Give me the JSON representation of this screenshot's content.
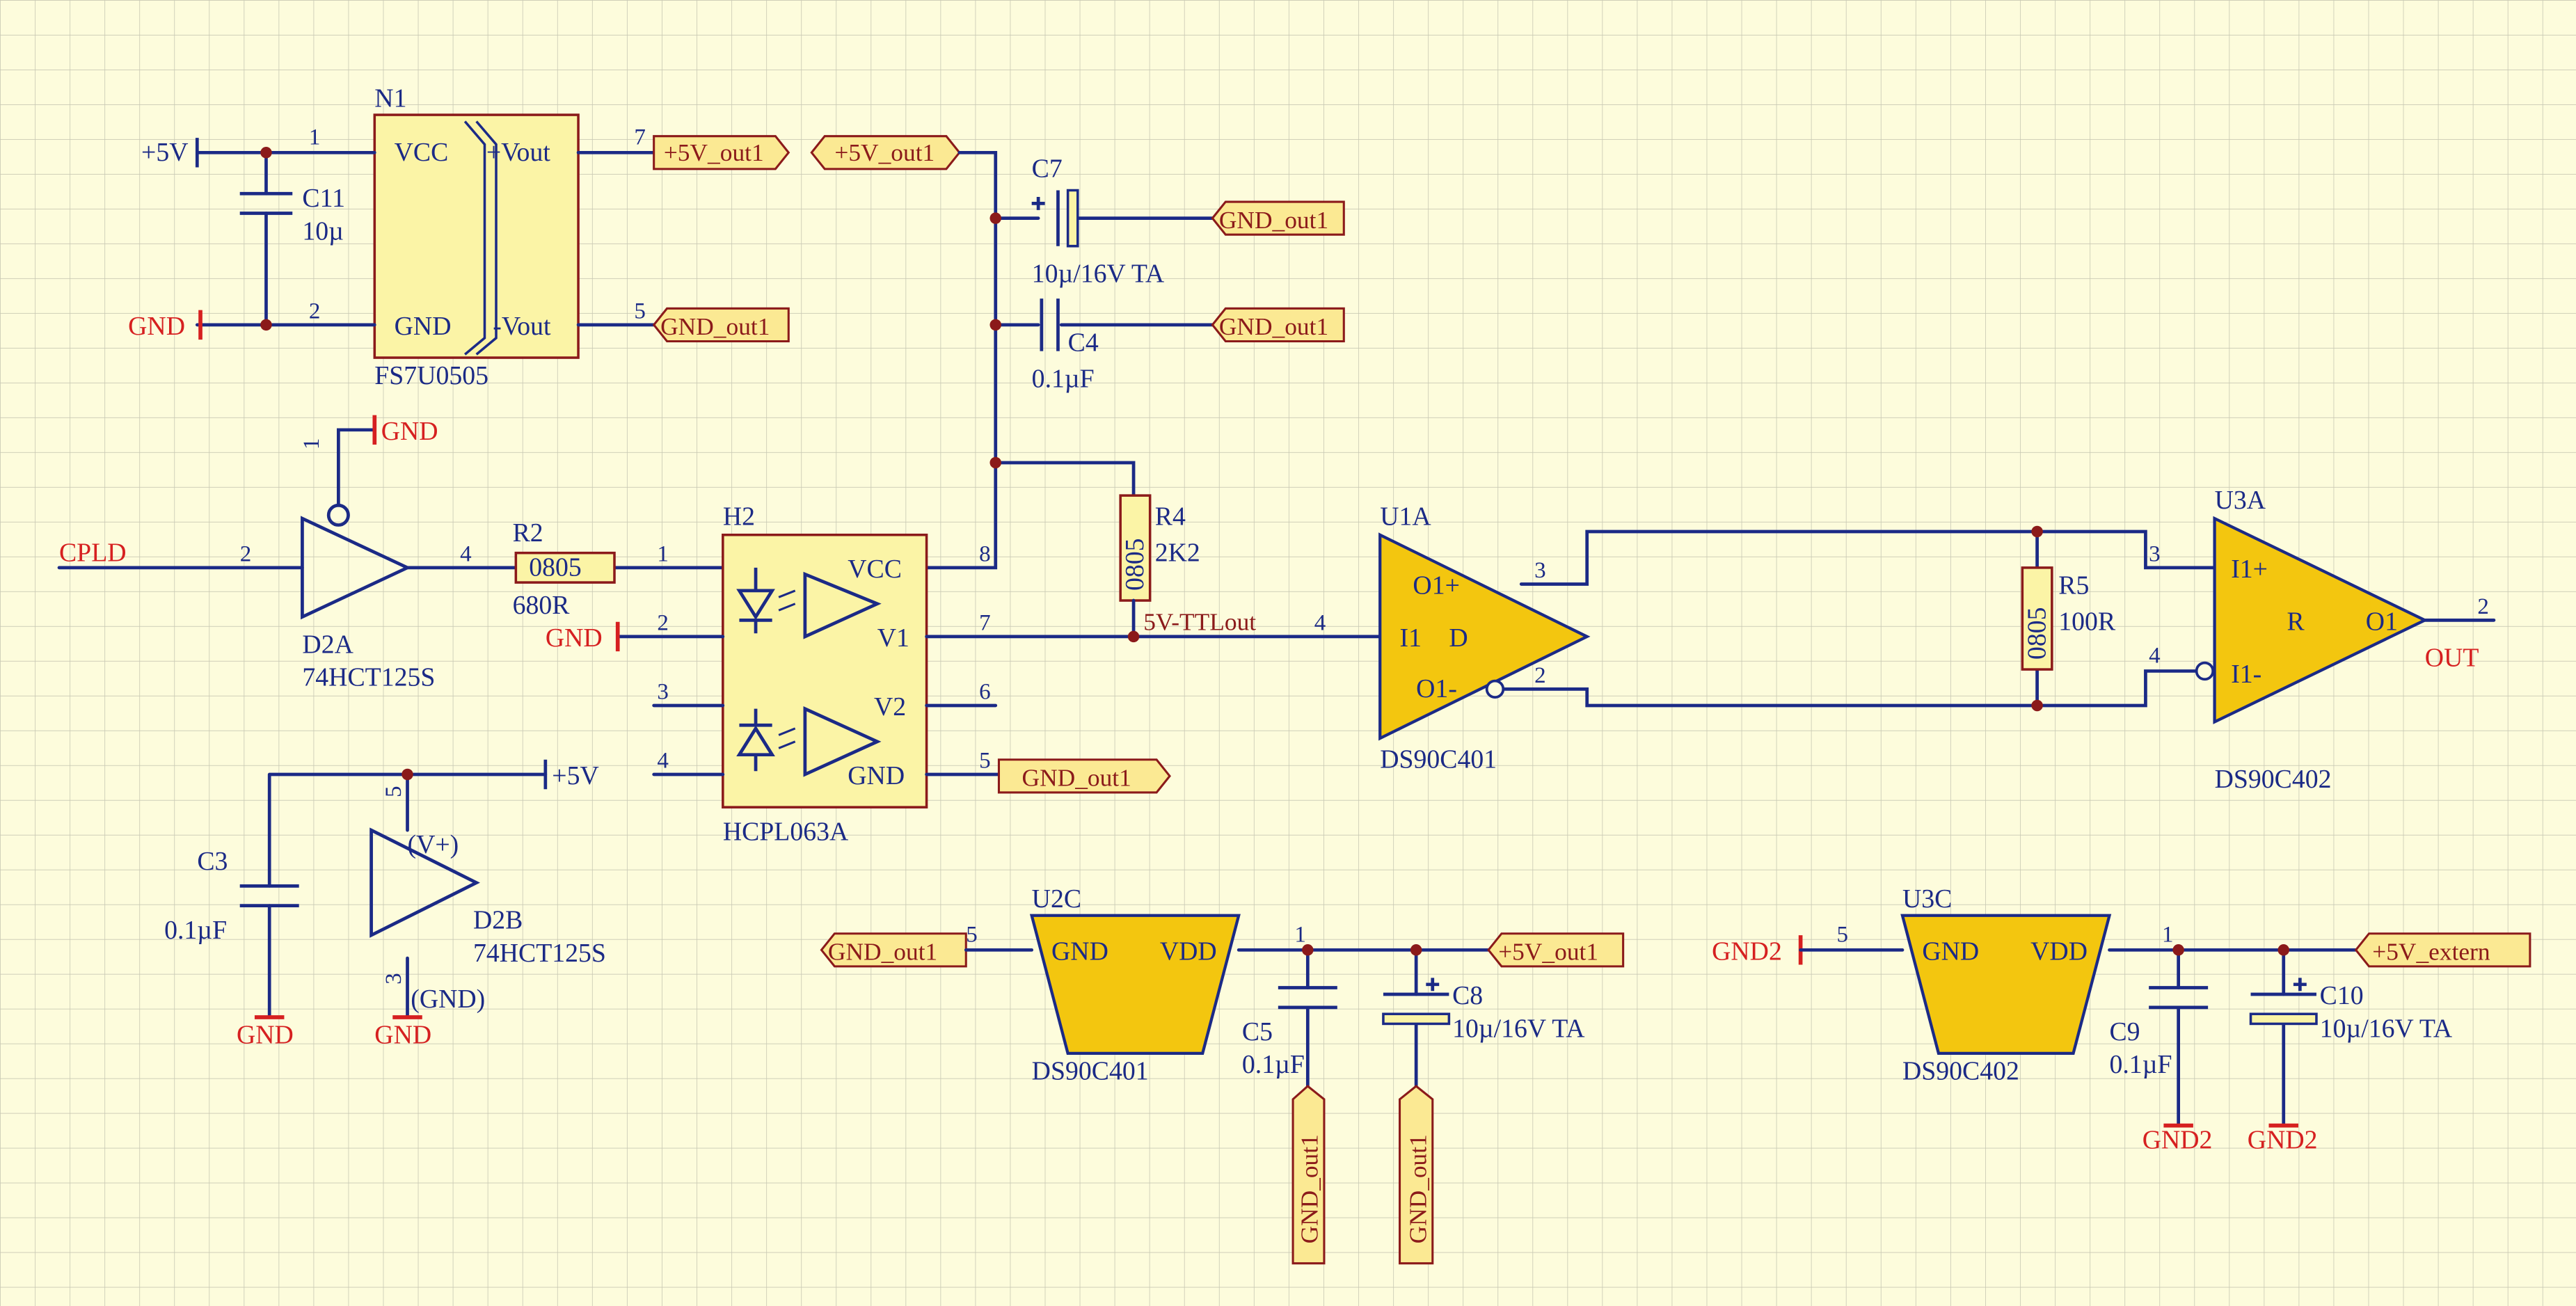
{
  "components": {
    "n1": {
      "ref": "N1",
      "part": "FS7U0505",
      "vcc": "VCC",
      "gnd": "GND",
      "vout_p": "+Vout",
      "vout_n": "-Vout",
      "p1": "1",
      "p2": "2",
      "p7": "7",
      "p5": "5"
    },
    "c11": {
      "ref": "C11",
      "value": "10µ"
    },
    "c7": {
      "ref": "C7",
      "value": "10µ/16V TA"
    },
    "c4": {
      "ref": "C4",
      "value": "0.1µF"
    },
    "d2a": {
      "ref": "D2A",
      "part": "74HCT125S",
      "p1": "1",
      "p2": "2",
      "p4": "4"
    },
    "r2": {
      "ref": "R2",
      "pkg": "0805",
      "value": "680R"
    },
    "h2": {
      "ref": "H2",
      "part": "HCPL063A",
      "vcc": "VCC",
      "v1": "V1",
      "v2": "V2",
      "gnd": "GND",
      "p1": "1",
      "p2": "2",
      "p3": "3",
      "p4": "4",
      "p5": "5",
      "p6": "6",
      "p7": "7",
      "p8": "8"
    },
    "r4": {
      "ref": "R4",
      "pkg": "0805",
      "value": "2K2"
    },
    "u1a": {
      "ref": "U1A",
      "part": "DS90C401",
      "o1p": "O1+",
      "i1": "I1",
      "d": "D",
      "o1n": "O1-",
      "p3": "3",
      "p4": "4",
      "p2": "2"
    },
    "r5": {
      "ref": "R5",
      "pkg": "0805",
      "value": "100R"
    },
    "u3a": {
      "ref": "U3A",
      "part": "DS90C402",
      "i1p": "I1+",
      "r": "R",
      "o1": "O1",
      "i1n": "I1-",
      "p3": "3",
      "p4": "4",
      "p2": "2"
    },
    "c3": {
      "ref": "C3",
      "value": "0.1µF"
    },
    "d2b": {
      "ref": "D2B",
      "part": "74HCT125S",
      "vplus": "(V+)",
      "gnd": "(GND)",
      "p5": "5",
      "p3": "3"
    },
    "u2c": {
      "ref": "U2C",
      "part": "DS90C401",
      "gnd": "GND",
      "vdd": "VDD",
      "p5": "5",
      "p1": "1"
    },
    "c5": {
      "ref": "C5",
      "value": "0.1µF"
    },
    "c8": {
      "ref": "C8",
      "value": "10µ/16V TA"
    },
    "u3c": {
      "ref": "U3C",
      "part": "DS90C402",
      "gnd": "GND",
      "vdd": "VDD",
      "p5": "5",
      "p1": "1"
    },
    "c9": {
      "ref": "C9",
      "value": "0.1µF"
    },
    "c10": {
      "ref": "C10",
      "value": "10µ/16V TA"
    }
  },
  "nets": {
    "p5v": "+5V",
    "gnd": "GND",
    "gnd2": "GND2",
    "p5v_out1": "+5V_out1",
    "gnd_out1": "GND_out1",
    "p5v_extern": "+5V_extern",
    "cpld": "CPLD",
    "ttl": "5V-TTLout",
    "out": "OUT"
  },
  "colors": {
    "background": "#fdfcdc",
    "grid": "#c9c9b4",
    "wire": "#1b2a86",
    "component_fill": "#fbf4a6",
    "logic_fill": "#f3c60f",
    "power_red": "#d62020",
    "outline": "#8b1a1a"
  }
}
